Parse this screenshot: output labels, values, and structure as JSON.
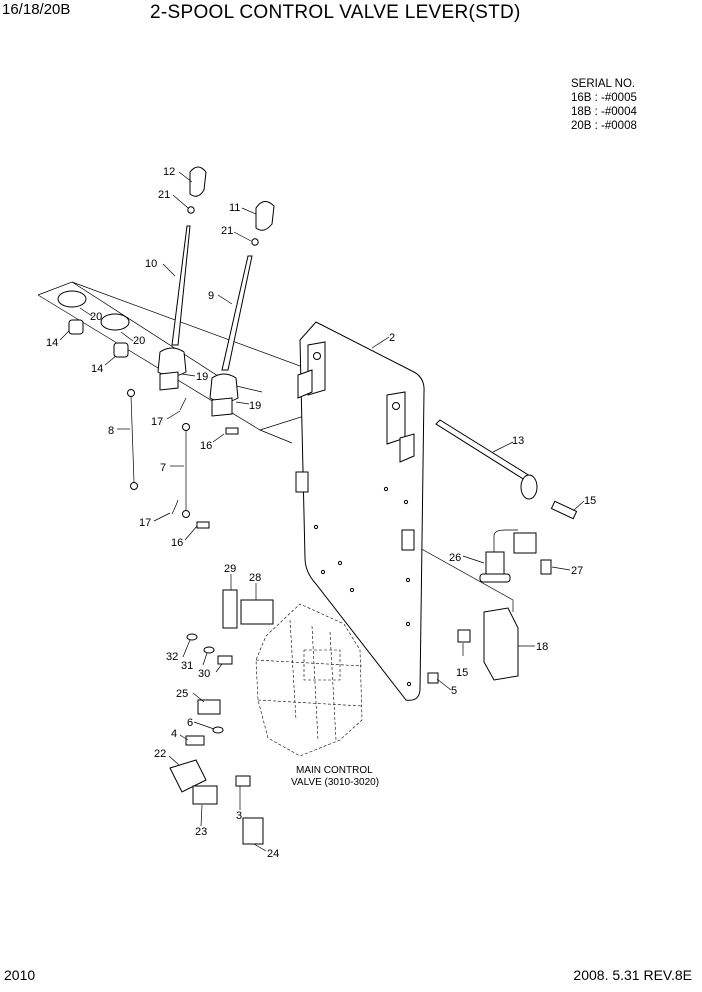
{
  "header": {
    "model": "16/18/20B",
    "title": "2-SPOOL CONTROL VALVE LEVER(STD)"
  },
  "serial": {
    "heading": "SERIAL NO.",
    "lines": [
      "16B : -#0005",
      "18B : -#0004",
      "20B : -#0008"
    ]
  },
  "main_valve_label": [
    "MAIN CONTROL",
    "VALVE (3010-3020)"
  ],
  "callouts": [
    "12",
    "21",
    "11",
    "21",
    "10",
    "9",
    "20",
    "20",
    "14",
    "14",
    "19",
    "19",
    "2",
    "17",
    "8",
    "16",
    "7",
    "13",
    "15",
    "17",
    "16",
    "26",
    "27",
    "29",
    "28",
    "18",
    "15",
    "32",
    "31",
    "30",
    "5",
    "25",
    "6",
    "4",
    "22",
    "3",
    "23",
    "24"
  ],
  "footer": {
    "page_number": "2010",
    "date_rev": "2008. 5.31  REV.8E"
  }
}
